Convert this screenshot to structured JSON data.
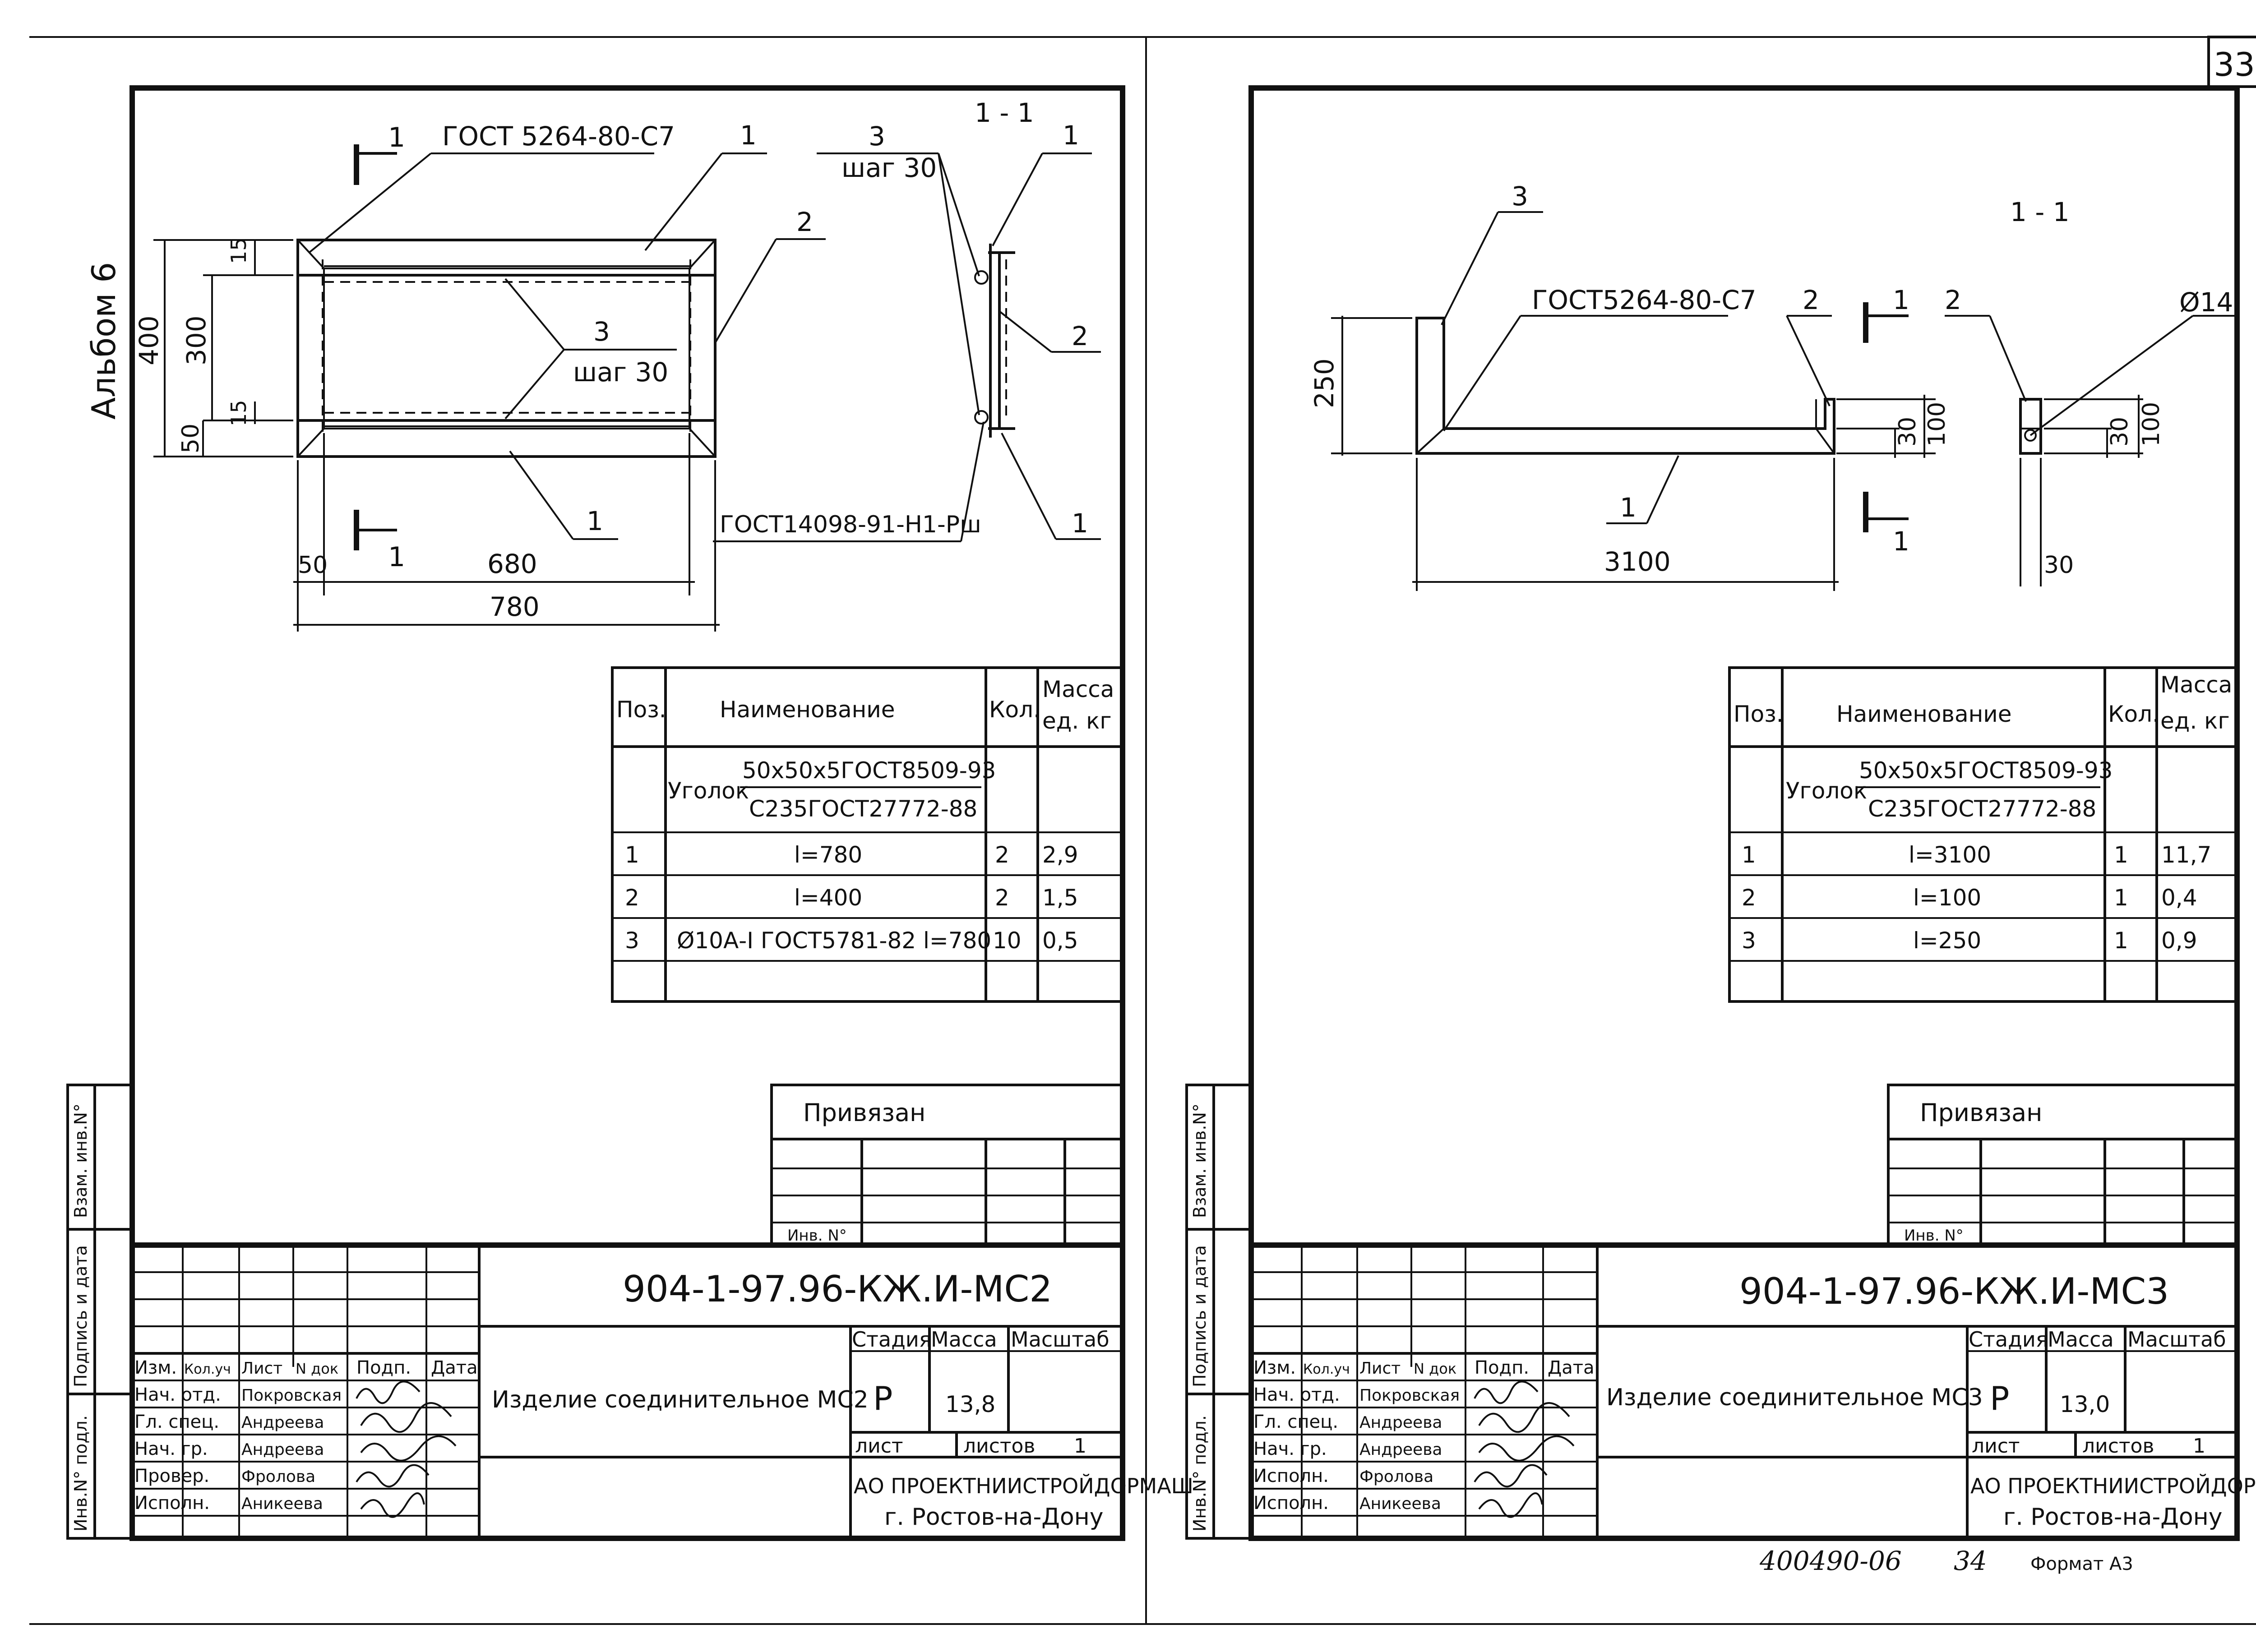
{
  "page_number": "33",
  "album": "Альбом 6",
  "footer": {
    "stamp": "400490-06",
    "page": "34",
    "format": "Формат А3"
  },
  "left": {
    "drawing": {
      "gost_weld": "ГОСТ 5264-80-С7",
      "gost_rod": "ГОСТ14098-91-Н1-Рш",
      "section": "1 - 1",
      "cut_marks": [
        "1",
        "1"
      ],
      "pos_labels": [
        "1",
        "2",
        "3",
        "1",
        "1",
        "2",
        "3",
        "1"
      ],
      "step_label": "шаг 30",
      "dims": {
        "d400": "400",
        "d300": "300",
        "d50": "50",
        "d15a": "15",
        "d15b": "15",
        "d50b": "50",
        "d680": "680",
        "d780": "780"
      }
    },
    "spec": {
      "headers": {
        "pos": "Поз.",
        "name": "Наименование",
        "qty": "Кол.",
        "mass1": "Масса",
        "mass2": "ед. кг"
      },
      "profile": {
        "prefix": "Уголок",
        "top": "50х50х5ГОСТ8509-93",
        "bottom": "С235ГОСТ27772-88"
      },
      "rows": [
        {
          "pos": "1",
          "name": "l=780",
          "qty": "2",
          "mass": "2,9"
        },
        {
          "pos": "2",
          "name": "l=400",
          "qty": "2",
          "mass": "1,5"
        },
        {
          "pos": "3",
          "name": "Ø10А-I ГОСТ5781-82 l=780",
          "qty": "10",
          "mass": "0,5"
        }
      ]
    },
    "privyazan": "Привязан",
    "inv_no": "Инв. N°",
    "code": "904-1-97.96-КЖ.И-МС2",
    "title": "Изделие соединительное МС2",
    "stage_h": "Стадия",
    "mass_h": "Масса",
    "scale_h": "Масштаб",
    "stage": "Р",
    "mass": "13,8",
    "list_label": "лист",
    "lists_label": "листов",
    "lists_count": "1",
    "org": "АО ПРОЕКТНИИСТРОЙДОРМАШ",
    "city": "г. Ростов-на-Дону",
    "stamp_head": [
      "Изм.",
      "Кол.уч",
      "Лист",
      "N док",
      "Подп.",
      "Дата"
    ],
    "roles": [
      {
        "role": "Нач. отд.",
        "name": "Покровская"
      },
      {
        "role": "Гл. спец.",
        "name": "Андреева"
      },
      {
        "role": "Нач. гр.",
        "name": "Андреева"
      },
      {
        "role": "Провер.",
        "name": "Фролова"
      },
      {
        "role": "Исполн.",
        "name": "Аникеева"
      }
    ],
    "side": [
      "Взам. инв.N°",
      "Подпись и дата",
      "Инв.N° подл."
    ]
  },
  "right": {
    "drawing": {
      "gost_weld": "ГОСТ5264-80-С7",
      "section": "1 - 1",
      "diam": "Ø14",
      "cut_marks": [
        "1",
        "1"
      ],
      "pos_labels": [
        "3",
        "2",
        "1",
        "2"
      ],
      "dims": {
        "d250": "250",
        "d3100": "3100",
        "d30a": "30",
        "d100a": "100",
        "d30b": "30",
        "d100b": "100",
        "d30c": "30"
      }
    },
    "spec": {
      "headers": {
        "pos": "Поз.",
        "name": "Наименование",
        "qty": "Кол.",
        "mass1": "Масса",
        "mass2": "ед. кг"
      },
      "profile": {
        "prefix": "Уголок",
        "top": "50х50х5ГОСТ8509-93",
        "bottom": "С235ГОСТ27772-88"
      },
      "rows": [
        {
          "pos": "1",
          "name": "l=3100",
          "qty": "1",
          "mass": "11,7"
        },
        {
          "pos": "2",
          "name": "l=100",
          "qty": "1",
          "mass": "0,4"
        },
        {
          "pos": "3",
          "name": "l=250",
          "qty": "1",
          "mass": "0,9"
        }
      ]
    },
    "privyazan": "Привязан",
    "inv_no": "Инв. N°",
    "code": "904-1-97.96-КЖ.И-МС3",
    "title": "Изделие соединительное МС3",
    "stage_h": "Стадия",
    "mass_h": "Масса",
    "scale_h": "Масштаб",
    "stage": "Р",
    "mass": "13,0",
    "list_label": "лист",
    "lists_label": "листов",
    "lists_count": "1",
    "org": "АО ПРОЕКТНИИСТРОЙДОРМАШ",
    "city": "г. Ростов-на-Дону",
    "stamp_head": [
      "Изм.",
      "Кол.уч",
      "Лист",
      "N док",
      "Подп.",
      "Дата"
    ],
    "roles": [
      {
        "role": "Нач. отд.",
        "name": "Покровская"
      },
      {
        "role": "Гл. спец.",
        "name": "Андреева"
      },
      {
        "role": "Нач. гр.",
        "name": "Андреева"
      },
      {
        "role": "Исполн.",
        "name": "Фролова"
      },
      {
        "role": "Исполн.",
        "name": "Аникеева"
      }
    ],
    "side": [
      "Взам. инв.N°",
      "Подпись и дата",
      "Инв.N° подл."
    ]
  }
}
